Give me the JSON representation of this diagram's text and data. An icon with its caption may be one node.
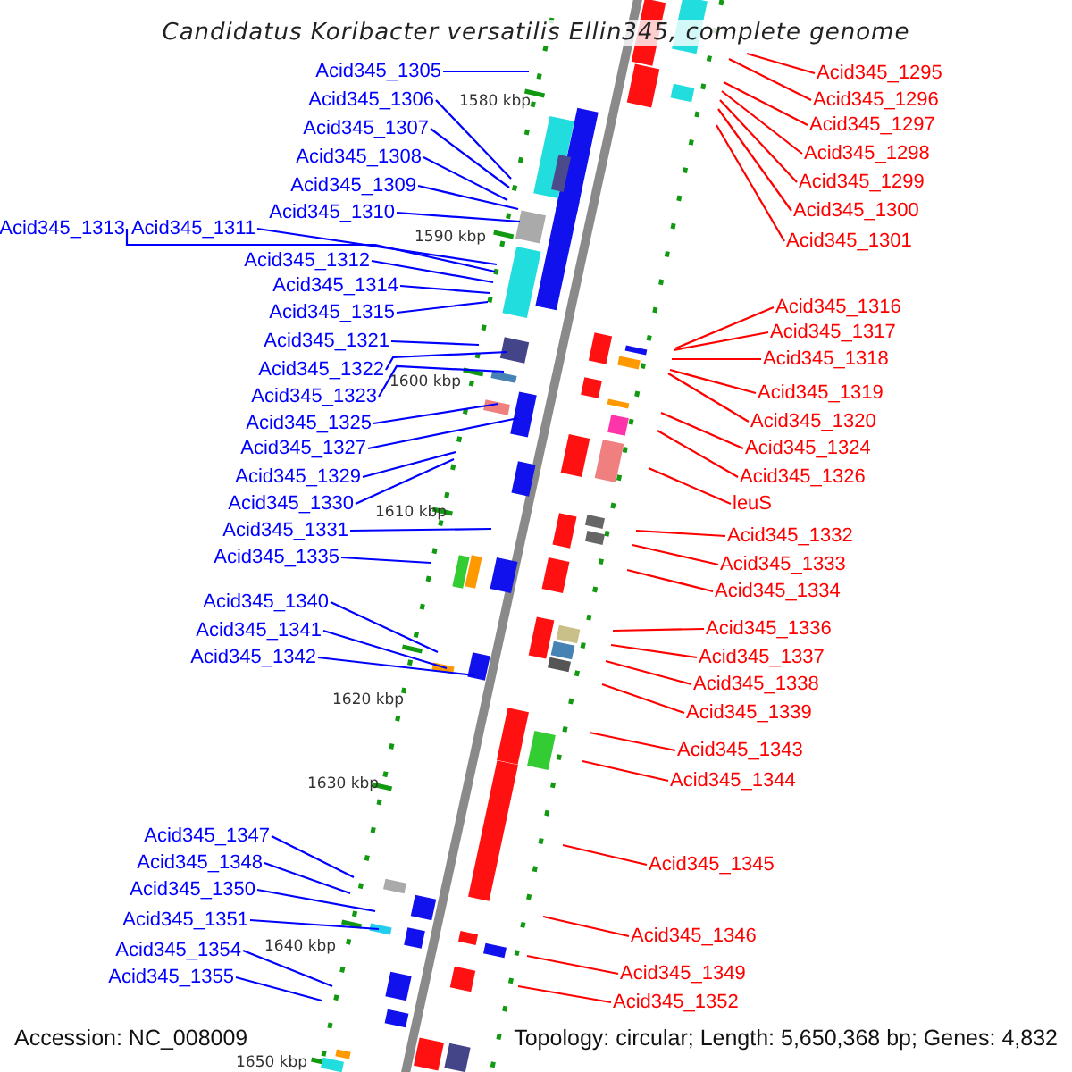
{
  "diagram": {
    "title": "Candidatus Koribacter versatilis Ellin345, complete genome",
    "nodes": [
      {
        "text": [
          "Acid345_1305"
        ]
      },
      {
        "text": [
          "Acid345_1306"
        ]
      },
      {
        "text": [
          "Acid345_1307"
        ]
      },
      {
        "text": [
          "Acid345_1308"
        ]
      },
      {
        "text": [
          "Acid345_1309"
        ]
      },
      {
        "text": [
          "Acid345_1310"
        ]
      },
      {
        "text": [
          "Acid345_1313"
        ]
      },
      {
        "text": [
          "Acid345_1311"
        ]
      },
      {
        "text": [
          "Acid345_1312"
        ]
      },
      {
        "text": [
          "Acid345_1314"
        ]
      },
      {
        "text": [
          "Acid345_1315"
        ]
      },
      {
        "text": [
          "Acid345_1321"
        ]
      },
      {
        "text": [
          "Acid345_1322"
        ]
      },
      {
        "text": [
          "Acid345_1323"
        ]
      },
      {
        "text": [
          "Acid345_1325"
        ]
      },
      {
        "text": [
          "Acid345_1327"
        ]
      },
      {
        "text": [
          "Acid345_1329"
        ]
      },
      {
        "text": [
          "Acid345_1330"
        ]
      },
      {
        "text": [
          "Acid345_1331"
        ]
      },
      {
        "text": [
          "Acid345_1335"
        ]
      },
      {
        "text": [
          "Acid345_1340"
        ]
      },
      {
        "text": [
          "Acid345_1341"
        ]
      },
      {
        "text": [
          "Acid345_1342"
        ]
      },
      {
        "text": [
          "Acid345_1347"
        ]
      },
      {
        "text": [
          "Acid345_1348"
        ]
      },
      {
        "text": [
          "Acid345_1350"
        ]
      },
      {
        "text": [
          "Acid345_1351"
        ]
      },
      {
        "text": [
          "Acid345_1354"
        ]
      },
      {
        "text": [
          "Acid345_1355"
        ]
      },
      {
        "text": [
          "Acid345_1295"
        ]
      },
      {
        "text": [
          "Acid345_1296"
        ]
      },
      {
        "text": [
          "Acid345_1297"
        ]
      },
      {
        "text": [
          "Acid345_1298"
        ]
      },
      {
        "text": [
          "Acid345_1299"
        ]
      },
      {
        "text": [
          "Acid345_1300"
        ]
      },
      {
        "text": [
          "Acid345_1301"
        ]
      },
      {
        "text": [
          "Acid345_1316"
        ]
      },
      {
        "text": [
          "Acid345_1317"
        ]
      },
      {
        "text": [
          "Acid345_1318"
        ]
      },
      {
        "text": [
          "Acid345_1319"
        ]
      },
      {
        "text": [
          "Acid345_1320"
        ]
      },
      {
        "text": [
          "Acid345_1324"
        ]
      },
      {
        "text": [
          "Acid345_1326"
        ]
      },
      {
        "text": [
          "leuS"
        ]
      },
      {
        "text": [
          "Acid345_1332"
        ]
      },
      {
        "text": [
          "Acid345_1333"
        ]
      },
      {
        "text": [
          "Acid345_1334"
        ]
      },
      {
        "text": [
          "Acid345_1336"
        ]
      },
      {
        "text": [
          "Acid345_1337"
        ]
      },
      {
        "text": [
          "Acid345_1338"
        ]
      },
      {
        "text": [
          "Acid345_1339"
        ]
      },
      {
        "text": [
          "Acid345_1343"
        ]
      },
      {
        "text": [
          "Acid345_1344"
        ]
      },
      {
        "text": [
          "Acid345_1345"
        ]
      },
      {
        "text": [
          "Acid345_1346"
        ]
      },
      {
        "text": [
          "Acid345_1349"
        ]
      },
      {
        "text": [
          "Acid345_1352"
        ]
      }
    ],
    "edges": [
      {
        "from": 0,
        "to": null,
        "arrow": "none"
      },
      {
        "from": 1,
        "to": null,
        "arrow": "none"
      },
      {
        "from": 2,
        "to": null,
        "arrow": "none"
      },
      {
        "from": 3,
        "to": null,
        "arrow": "none"
      },
      {
        "from": 4,
        "to": null,
        "arrow": "none"
      },
      {
        "from": 5,
        "to": null,
        "arrow": "none"
      },
      {
        "from": 6,
        "to": null,
        "arrow": "none"
      },
      {
        "from": 7,
        "to": null,
        "arrow": "none"
      },
      {
        "from": 8,
        "to": null,
        "arrow": "none"
      },
      {
        "from": 9,
        "to": null,
        "arrow": "none"
      },
      {
        "from": 10,
        "to": null,
        "arrow": "none"
      },
      {
        "from": 11,
        "to": null,
        "arrow": "none"
      },
      {
        "from": 12,
        "to": null,
        "arrow": "none"
      },
      {
        "from": 13,
        "to": null,
        "arrow": "none"
      },
      {
        "from": 14,
        "to": null,
        "arrow": "none"
      },
      {
        "from": 15,
        "to": null,
        "arrow": "none"
      },
      {
        "from": 16,
        "to": null,
        "arrow": "none"
      },
      {
        "from": 17,
        "to": null,
        "arrow": "none"
      },
      {
        "from": 18,
        "to": null,
        "arrow": "none"
      },
      {
        "from": 19,
        "to": null,
        "arrow": "none"
      },
      {
        "from": 20,
        "to": null,
        "arrow": "none"
      },
      {
        "from": 21,
        "to": null,
        "arrow": "none"
      },
      {
        "from": 22,
        "to": null,
        "arrow": "none"
      },
      {
        "from": 23,
        "to": null,
        "arrow": "none"
      },
      {
        "from": 24,
        "to": null,
        "arrow": "none"
      },
      {
        "from": 25,
        "to": null,
        "arrow": "none"
      },
      {
        "from": 26,
        "to": null,
        "arrow": "none"
      },
      {
        "from": 27,
        "to": null,
        "arrow": "none"
      },
      {
        "from": 28,
        "to": null,
        "arrow": "none"
      },
      {
        "from": 29,
        "to": null,
        "arrow": "none",
        "color": "#ff0000"
      },
      {
        "from": 30,
        "to": null,
        "arrow": "none",
        "color": "#ff0000"
      },
      {
        "from": 31,
        "to": null,
        "arrow": "none",
        "color": "#ff0000"
      },
      {
        "from": 32,
        "to": null,
        "arrow": "none",
        "color": "#ff0000"
      },
      {
        "from": 33,
        "to": null,
        "arrow": "none",
        "color": "#ff0000"
      },
      {
        "from": 34,
        "to": null,
        "arrow": "none",
        "color": "#ff0000"
      },
      {
        "from": 35,
        "to": null,
        "arrow": "none",
        "color": "#ff0000"
      },
      {
        "from": 36,
        "to": null,
        "arrow": "none",
        "color": "#ff0000"
      },
      {
        "from": 37,
        "to": null,
        "arrow": "none",
        "color": "#ff0000"
      },
      {
        "from": 38,
        "to": null,
        "arrow": "none",
        "color": "#ff0000"
      },
      {
        "from": 39,
        "to": null,
        "arrow": "none",
        "color": "#ff0000"
      },
      {
        "from": 40,
        "to": null,
        "arrow": "none",
        "color": "#ff0000"
      },
      {
        "from": 41,
        "to": null,
        "arrow": "none",
        "color": "#ff0000"
      },
      {
        "from": 42,
        "to": null,
        "arrow": "none",
        "color": "#ff0000"
      },
      {
        "from": 43,
        "to": null,
        "arrow": "none",
        "color": "#ff0000"
      },
      {
        "from": 44,
        "to": null,
        "arrow": "none",
        "color": "#ff0000"
      },
      {
        "from": 45,
        "to": null,
        "arrow": "none",
        "color": "#ff0000"
      },
      {
        "from": 46,
        "to": null,
        "arrow": "none",
        "color": "#ff0000"
      },
      {
        "from": 47,
        "to": null,
        "arrow": "none",
        "color": "#ff0000"
      },
      {
        "from": 48,
        "to": null,
        "arrow": "none",
        "color": "#ff0000"
      },
      {
        "from": 49,
        "to": null,
        "arrow": "none",
        "color": "#ff0000"
      },
      {
        "from": 50,
        "to": null,
        "arrow": "none",
        "color": "#ff0000"
      },
      {
        "from": 51,
        "to": null,
        "arrow": "none",
        "color": "#ff0000"
      },
      {
        "from": 52,
        "to": null,
        "arrow": "none",
        "color": "#ff0000"
      },
      {
        "from": 53,
        "to": null,
        "arrow": "none",
        "color": "#ff0000"
      },
      {
        "from": 54,
        "to": null,
        "arrow": "none",
        "color": "#ff0000"
      },
      {
        "from": 55,
        "to": null,
        "arrow": "none",
        "color": "#ff0000"
      },
      {
        "from": 56,
        "to": null,
        "arrow": "none",
        "color": "#ff0000"
      }
    ],
    "labels": [
      "1580 kbp",
      "1590 kbp",
      "1600 kbp",
      "1610 kbp",
      "1620 kbp",
      "1630 kbp",
      "1640 kbp",
      "1650 kbp",
      "Accession: NC_008009",
      "Topology: circular; Length: 5,650,368 bp; Genes: 4,832"
    ]
  }
}
